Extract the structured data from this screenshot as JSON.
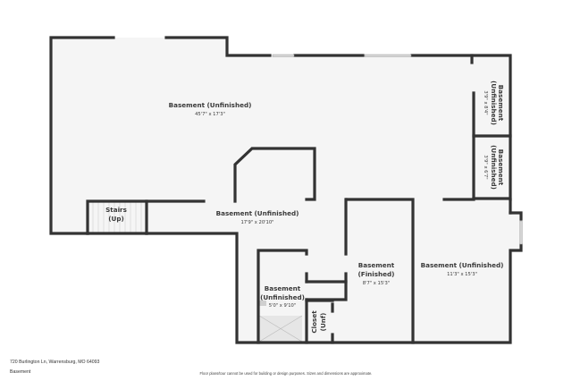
{
  "plan": {
    "colors": {
      "wall": "#333333",
      "floor": "#f5f5f5",
      "window": "#d8d8d8",
      "door": "#ffffff",
      "closet_fill": "#e6e6e6"
    },
    "rooms": [
      {
        "id": "main",
        "title": "Basement (Unfinished)",
        "dims": "45'7\" x 17'3\""
      },
      {
        "id": "right-top",
        "title_line1": "Basement",
        "title_line2": "(Unfinished)",
        "dims": "3'9\" x 8'4\""
      },
      {
        "id": "right-mid",
        "title_line1": "Basement",
        "title_line2": "(Unfinished)",
        "dims": "3'9\" x 6'7\""
      },
      {
        "id": "stairs",
        "title_line1": "Stairs",
        "title_line2": "(Up)"
      },
      {
        "id": "center",
        "title": "Basement (Unfinished)",
        "dims": "17'9\" x 20'10\""
      },
      {
        "id": "small",
        "title_line1": "Basement",
        "title_line2": "(Unfinished)",
        "dims": "5'0\" x 9'10\""
      },
      {
        "id": "closet",
        "title_line1": "Closet",
        "title_line2": "(Unf)"
      },
      {
        "id": "finished",
        "title_line1": "Basement",
        "title_line2": "(Finished)",
        "dims": "8'7\" x 15'3\""
      },
      {
        "id": "right-bottom",
        "title": "Basement (Unfinished)",
        "dims": "11'3\" x 15'3\""
      }
    ]
  },
  "footer": {
    "address": "720 Burlington Ln, Warrensburg, MO 64093",
    "level": "Basement",
    "disclaimer": "Floor plans/tour cannot be used for building or design purposes. Sizes and dimensions are approximate."
  }
}
